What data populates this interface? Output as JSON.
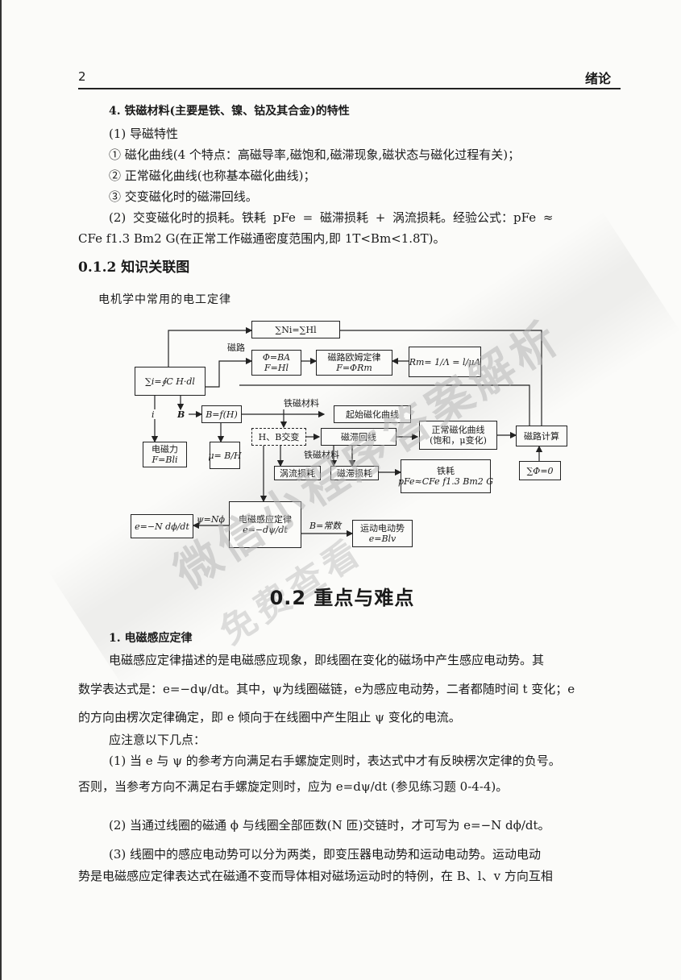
{
  "header": {
    "page_number": "2",
    "title": "绪论"
  },
  "section4": {
    "heading": "4. 铁磁材料(主要是铁、镍、钴及其合金)的特性",
    "lines": [
      "(1) 导磁特性",
      "① 磁化曲线(4 个特点：高磁导率,磁饱和,磁滞现象,磁状态与磁化过程有关)；",
      "② 正常磁化曲线(也称基本磁化曲线)；",
      "③ 交变磁化时的磁滞回线。",
      "(2) 交变磁化时的损耗。铁耗 pFe = 磁滞损耗 + 涡流损耗。经验公式：pFe ≈",
      "CFe f1.3 Bm2 G(在正常工作磁通密度范围内,即 1T<Bm<1.8T)。"
    ]
  },
  "section012": {
    "heading": "0.1.2  知识关联图",
    "diagram_title": "电机学中常用的电工定律"
  },
  "diagram": {
    "sum_ni": "∑Ni=∑Hl",
    "cilu": "磁路",
    "phi_ba": "Φ=BA",
    "f_hl": "F=Hl",
    "ohm_law": "磁路欧姆定律",
    "ohm_eq": "F=ΦRm",
    "rm_eq": "Rm= 1/Λ = l/μA",
    "ampere": "∑i=∮C H·dl",
    "i_lbl": "i",
    "b_lbl": "B",
    "bfh": "B=f(H)",
    "tiecicailiao1": "铁磁材料",
    "qishi": "起始磁化曲线",
    "dianci_li": "电磁力",
    "f_bli": "F=Bli",
    "mu_bh": "μ= B/H",
    "hb_jiaobian": "H、B交变",
    "cizhi_huixian": "磁滞回线",
    "zhengchang1": "正常磁化曲线",
    "zhengchang2": "(饱和，μ变化)",
    "cilu_jisuan": "磁路计算",
    "tiecicailiao2": "铁磁材料",
    "woliu": "涡流损耗",
    "cizhi_sunhao": "磁滞损耗",
    "tiehao": "铁耗",
    "tiehao_eq": "pFe≈CFe f1.3 Bm2 G",
    "sum_phi": "∑Φ=0",
    "induction": "电磁感应定律",
    "induction_eq": "e=−dψ/dt",
    "e_eq": "e=−N dϕ/dt",
    "psi_nphi": "ψ=Nϕ",
    "b_const": "B=常数",
    "motional": "运动电动势",
    "e_blv": "e=Blv"
  },
  "chapter": {
    "heading": "0.2   重点与难点"
  },
  "section1": {
    "heading": "1. 电磁感应定律",
    "lines": [
      "电磁感应定律描述的是电磁感应现象，即线圈在变化的磁场中产生感应电动势。其",
      "数学表达式是：e=−dψ/dt。其中，ψ为线圈磁链，e为感应电动势，二者都随时间 t 变化；e",
      "的方向由楞次定律确定，即 e 倾向于在线圈中产生阻止 ψ 变化的电流。",
      "应注意以下几点：",
      "(1) 当 e 与 ψ 的参考方向满足右手螺旋定则时，表达式中才有反映楞次定律的负号。",
      "否则，当参考方向不满足右手螺旋定则时，应为 e=dψ/dt (参见练习题 0-4-4)。",
      "(2) 当通过线圈的磁通 ϕ 与线圈全部匝数(N 匝)交链时，才可写为 e=−N dϕ/dt。",
      "(3) 线圈中的感应电动势可以分为两类，即变压器电动势和运动电动势。运动电动",
      "势是电磁感应定律表达式在磁通不变而导体相对磁场运动时的特例，在 B、l、v 方向互相"
    ]
  },
  "watermark": {
    "line1": "微信小程序答案解析",
    "line2": "免费查看"
  }
}
